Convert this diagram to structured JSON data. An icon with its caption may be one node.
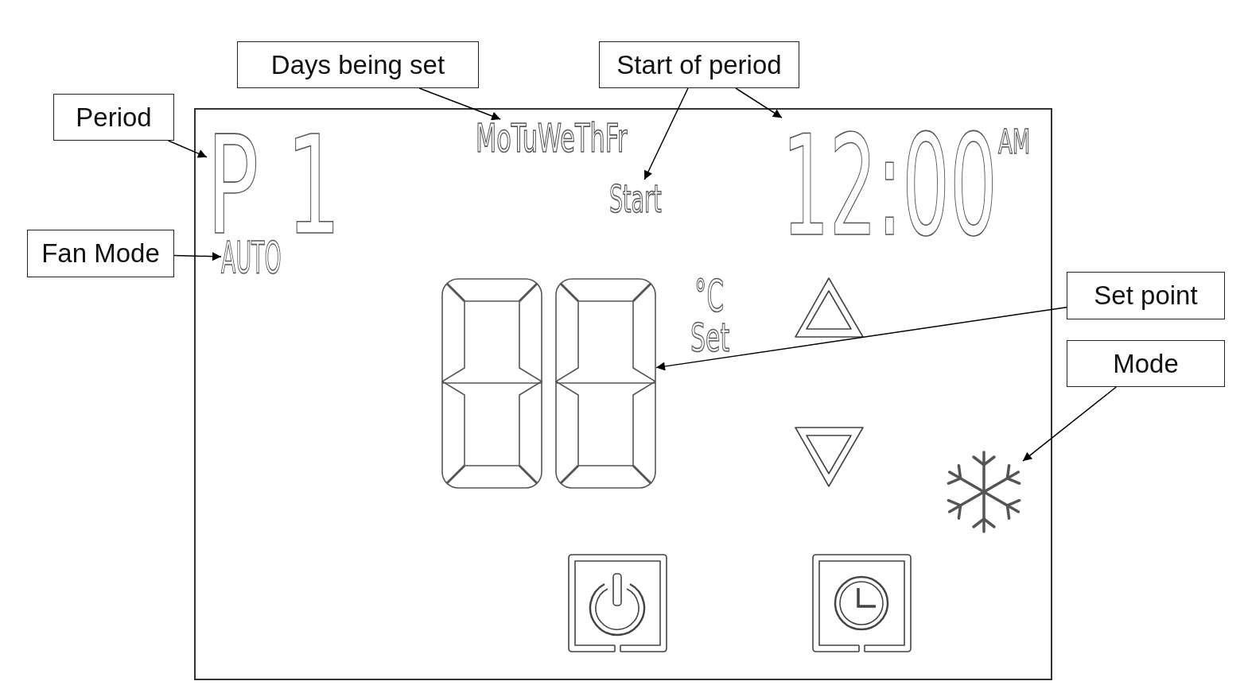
{
  "diagram": {
    "nodes": [
      {
        "text": [
          "Period"
        ]
      },
      {
        "text": [
          "Days being set"
        ]
      },
      {
        "text": [
          "Start of period"
        ]
      },
      {
        "text": [
          "Fan Mode"
        ]
      },
      {
        "text": [
          "Set point"
        ]
      },
      {
        "text": [
          "Mode"
        ]
      },
      {
        "text": [
          "P 1"
        ]
      },
      {
        "text": [
          "MoTuWeThFr"
        ]
      },
      {
        "text": [
          "Start"
        ]
      },
      {
        "text": [
          "12:00"
        ]
      },
      {
        "text": [
          "AUTO"
        ]
      },
      {
        "text": [],
        "shape": "box"
      },
      {
        "text": [],
        "shape": "picture"
      }
    ],
    "edges": [
      {
        "from": 0,
        "to": 6,
        "arrow": "to"
      },
      {
        "from": 1,
        "to": 7,
        "arrow": "to"
      },
      {
        "from": 2,
        "to": 8,
        "arrow": "to"
      },
      {
        "from": 2,
        "to": 9,
        "arrow": "to"
      },
      {
        "from": 3,
        "to": 10,
        "arrow": "to"
      },
      {
        "from": 4,
        "to": 11,
        "arrow": "to"
      },
      {
        "from": 5,
        "to": 12,
        "arrow": "to"
      }
    ],
    "labels": [
      "AM",
      "°C",
      "Set"
    ]
  }
}
